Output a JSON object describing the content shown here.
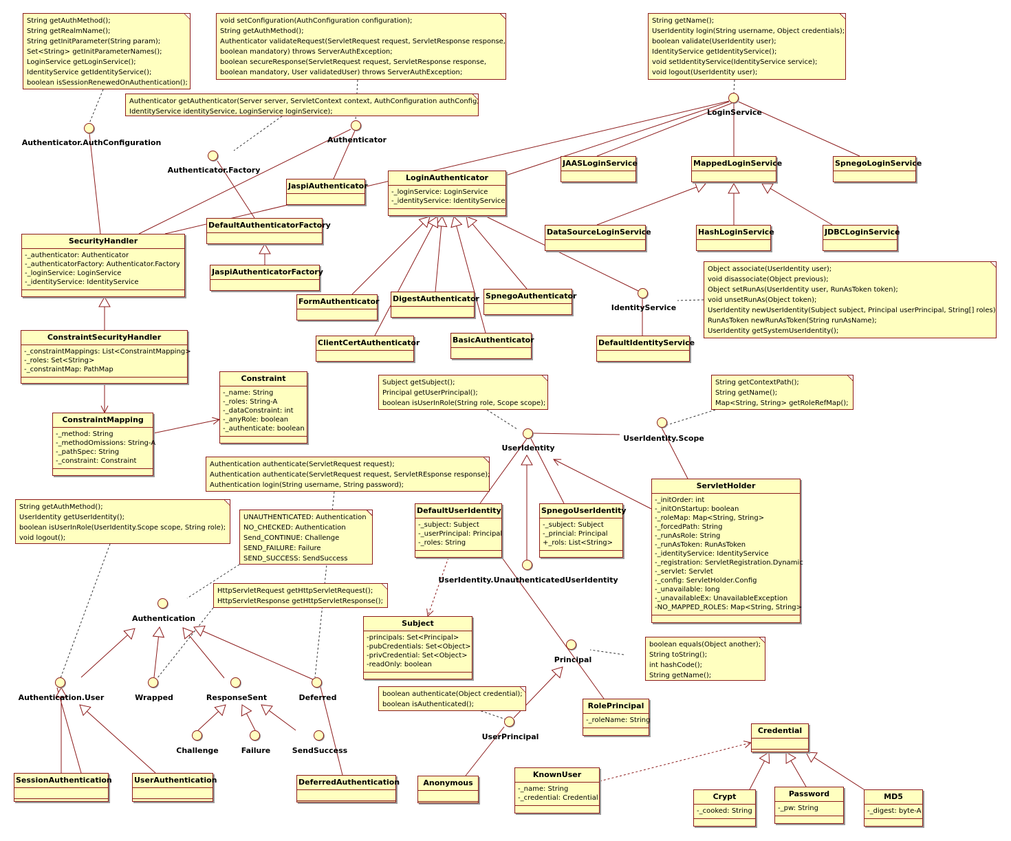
{
  "notes": {
    "authconfig": [
      "String getAuthMethod();",
      "String getRealmName();",
      "String getInitParameter(String param);",
      "Set<String> getInitParameterNames();",
      "LoginService getLoginService();",
      "IdentityService getIdentityService();",
      "boolean isSessionRenewedOnAuthentication();"
    ],
    "authenticator": [
      "void setConfiguration(AuthConfiguration configuration);",
      "String getAuthMethod();",
      "Authenticator validateRequest(ServletRequest request, ServletResponse response,",
      "       boolean mandatory) throws ServerAuthException;",
      "boolean secureResponse(ServletRequest request, ServletResponse response,",
      "       boolean mandatory, User validatedUser) throws ServerAuthException;"
    ],
    "factory": [
      "Authenticator getAuthenticator(Server server, ServletContext context, AuthConfiguration authConfig,",
      "       IdentityService identityService, LoginService loginService);"
    ],
    "loginservice": [
      "String getName();",
      "UserIdentity login(String username, Object credentials);",
      "boolean validate(UserIdentity user);",
      "IdentityService getIdentityService();",
      "void setIdentityService(IdentityService service);",
      "void logout(UserIdentity user);"
    ],
    "identityservice": [
      "Object associate(UserIdentity user);",
      "void disassociate(Object previous);",
      "Object setRunAs(UserIdentity user, RunAsToken token);",
      "void unsetRunAs(Object token);",
      "UserIdentity newUserIdentity(Subject subject, Principal userPrincipal, String[] roles);",
      "RunAsToken newRunAsToken(String runAsName);",
      "UserIdentity getSystemUserIdentity();"
    ],
    "useridentity": [
      "Subject getSubject();",
      "Principal getUserPrincipal();",
      "boolean isUserInRole(String role, Scope scope);"
    ],
    "scope": [
      "String getContextPath();",
      "String getName();",
      "Map<String, String> getRoleRefMap();"
    ],
    "authentication": [
      "Authentication authenticate(ServletRequest request);",
      "Authentication authenticate(ServletRequest request, ServletREsponse response);",
      "Authentication login(String username, String password);"
    ],
    "authuser": [
      "String getAuthMethod();",
      "UserIdentity getUserIdentity();",
      "boolean isUserInRole(UserIdentity.Scope scope, String role);",
      "void logout();"
    ],
    "constants": [
      "UNAUTHENTICATED: Authentication",
      "NO_CHECKED: Authentication",
      "Send_CONTINUE: Challenge",
      "SEND_FAILURE: Failure",
      "SEND_SUCCESS: SendSuccess"
    ],
    "wrapped": [
      "HttpServletRequest getHttpServletRequest();",
      "HttpServletResponse getHttpServletResponse();"
    ],
    "principal": [
      "boolean equals(Object another);",
      "String toString();",
      "int hashCode();",
      "String getName();"
    ],
    "userprincipal": [
      "boolean authenticate(Object credential);",
      "boolean isAuthenticated();"
    ]
  },
  "classes": {
    "securityhandler": {
      "name": "SecurityHandler",
      "attrs": [
        "-_authenticator: Authenticator",
        "-_authenticatorFactory: Authenticator.Factory",
        "-_loginService: LoginService",
        "-_identityService: IdentityService"
      ]
    },
    "constraintsecurityhandler": {
      "name": "ConstraintSecurityHandler",
      "attrs": [
        "-_constraintMappings: List<ConstraintMapping>",
        "-_roles: Set<String>",
        "-_constraintMap: PathMap"
      ]
    },
    "constraintmapping": {
      "name": "ConstraintMapping",
      "attrs": [
        "-_method: String",
        "-_methodOmissions: String-A",
        "-_pathSpec: String",
        "-_constraint: Constraint"
      ]
    },
    "constraint": {
      "name": "Constraint",
      "attrs": [
        "-_name: String",
        "-_roles: String-A",
        "-_dataConstraint: int",
        "-_anyRole: boolean",
        "-_authenticate: boolean"
      ]
    },
    "defaultauthfactory": {
      "name": "DefaultAuthenticatorFactory",
      "attrs": []
    },
    "jaspiauthfactory": {
      "name": "JaspiAuthenticatorFactory",
      "attrs": []
    },
    "jaspiauth": {
      "name": "JaspiAuthenticator",
      "attrs": []
    },
    "loginauth": {
      "name": "LoginAuthenticator",
      "attrs": [
        "-_loginService: LoginService",
        "-_identityService: IdentityService"
      ]
    },
    "formauth": {
      "name": "FormAuthenticator",
      "attrs": []
    },
    "digestauth": {
      "name": "DigestAuthenticator",
      "attrs": []
    },
    "spnegoauth": {
      "name": "SpnegoAuthenticator",
      "attrs": []
    },
    "clientcertauth": {
      "name": "ClientCertAuthenticator",
      "attrs": []
    },
    "basicauth": {
      "name": "BasicAuthenticator",
      "attrs": []
    },
    "jaaslogin": {
      "name": "JAASLoginService",
      "attrs": []
    },
    "mappedlogin": {
      "name": "MappedLoginService",
      "attrs": []
    },
    "spnegologin": {
      "name": "SpnegoLoginService",
      "attrs": []
    },
    "datasourcelogin": {
      "name": "DataSourceLoginService",
      "attrs": []
    },
    "hashlogin": {
      "name": "HashLoginService",
      "attrs": []
    },
    "jdbclogin": {
      "name": "JDBCLoginService",
      "attrs": []
    },
    "defaultidentity": {
      "name": "DefaultIdentityService",
      "attrs": []
    },
    "defaultuseridentity": {
      "name": "DefaultUserIdentity",
      "attrs": [
        "-_subject: Subject",
        "-_userPrincipal: Principal",
        "-_roles: String"
      ]
    },
    "spnegouseridentity": {
      "name": "SpnegoUserIdentity",
      "attrs": [
        "-_subject: Subject",
        "-_princial: Principal",
        "+_rols: List<String>"
      ]
    },
    "servletholder": {
      "name": "ServletHolder",
      "attrs": [
        "-_initOrder: int",
        "-_initOnStartup: boolean",
        "-_roleMap: Map<String, String>",
        "-_forcedPath: String",
        "-_runAsRole: String",
        "-_runAsToken: RunAsToken",
        "-_identityService: IdentityService",
        "-_registration: ServletRegistration.Dynamic",
        "-_servlet: Servlet",
        "-_config: ServletHolder.Config",
        "-_unavailable: long",
        "-_unavailableEx: UnavailableException",
        "-NO_MAPPED_ROLES: Map<String, String>"
      ]
    },
    "subject": {
      "name": "Subject",
      "attrs": [
        "-principals: Set<Principal>",
        "-pubCredentials: Set<Object>",
        "-privCredential: Set<Object>",
        "-readOnly: boolean"
      ]
    },
    "roleprincipal": {
      "name": "RolePrincipal",
      "attrs": [
        "-_roleName: String"
      ]
    },
    "sessionauth": {
      "name": "SessionAuthentication",
      "attrs": []
    },
    "userauth": {
      "name": "UserAuthentication",
      "attrs": []
    },
    "deferredauth": {
      "name": "DeferredAuthentication",
      "attrs": []
    },
    "anonymous": {
      "name": "Anonymous",
      "attrs": []
    },
    "knownuser": {
      "name": "KnownUser",
      "attrs": [
        "-_name: String",
        "-_credential: Credential"
      ]
    },
    "credential": {
      "name": "Credential",
      "attrs": []
    },
    "crypt": {
      "name": "Crypt",
      "attrs": [
        "-_cooked: String"
      ]
    },
    "password": {
      "name": "Password",
      "attrs": [
        "-_pw: String"
      ]
    },
    "md5": {
      "name": "MD5",
      "attrs": [
        "-_digest: byte-A"
      ]
    }
  },
  "interfaces": {
    "authconfiguration": "Authenticator.AuthConfiguration",
    "factory": "Authenticator.Factory",
    "authenticator": "Authenticator",
    "loginservice": "LoginService",
    "identityservice": "IdentityService",
    "useridentity": "UserIdentity",
    "scope": "UserIdentity.Scope",
    "unauthuseridentity": "UserIdentity.UnauthenticatedUserIdentity",
    "authentication": "Authentication",
    "authuser": "Authentication.User",
    "wrapped": "Wrapped",
    "responsesent": "ResponseSent",
    "deferred": "Deferred",
    "challenge": "Challenge",
    "failure": "Failure",
    "sendsuccess": "SendSuccess",
    "principal": "Principal",
    "userprincipal": "UserPrincipal"
  },
  "colors": {
    "fill": "#ffffc0",
    "border": "#8b1a1a",
    "shadow": "#9a9a9a"
  }
}
